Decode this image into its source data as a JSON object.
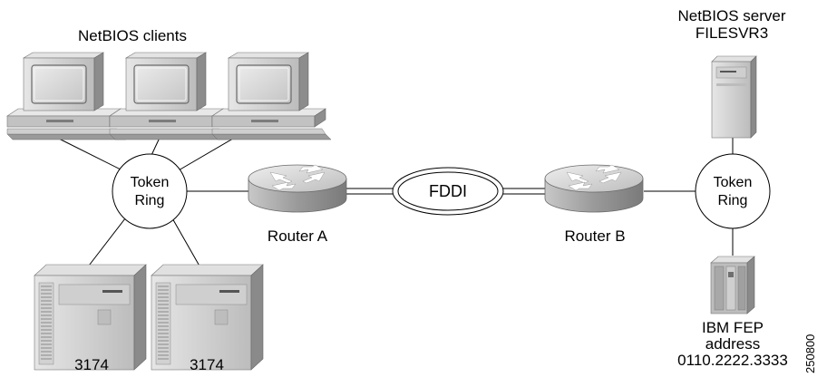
{
  "labels": {
    "clients": "NetBIOS clients",
    "server_line1": "NetBIOS server",
    "server_line2": "FILESVR3",
    "ring_left_line1": "Token",
    "ring_left_line2": "Ring",
    "ring_right_line1": "Token",
    "ring_right_line2": "Ring",
    "router_a": "Router A",
    "router_b": "Router B",
    "fddi": "FDDI",
    "controller_1": "3174",
    "controller_2": "3174",
    "fep_line1": "IBM FEP",
    "fep_line2": "address",
    "fep_line3": "0110.2222.3333",
    "figure_id": "250800"
  },
  "colors": {
    "device_light": "#dcdcdc",
    "device_mid": "#b8b8b8",
    "device_dark": "#8c8c8c",
    "screen": "#d9d9d9",
    "router_top": "#d4d4d4",
    "router_side": "#a8a8a8",
    "line": "#000000"
  },
  "icons": [
    "pc-icon",
    "tower-server-icon",
    "mainframe-controller-icon",
    "router-icon",
    "fep-icon",
    "token-ring-icon",
    "fddi-ring-icon"
  ]
}
